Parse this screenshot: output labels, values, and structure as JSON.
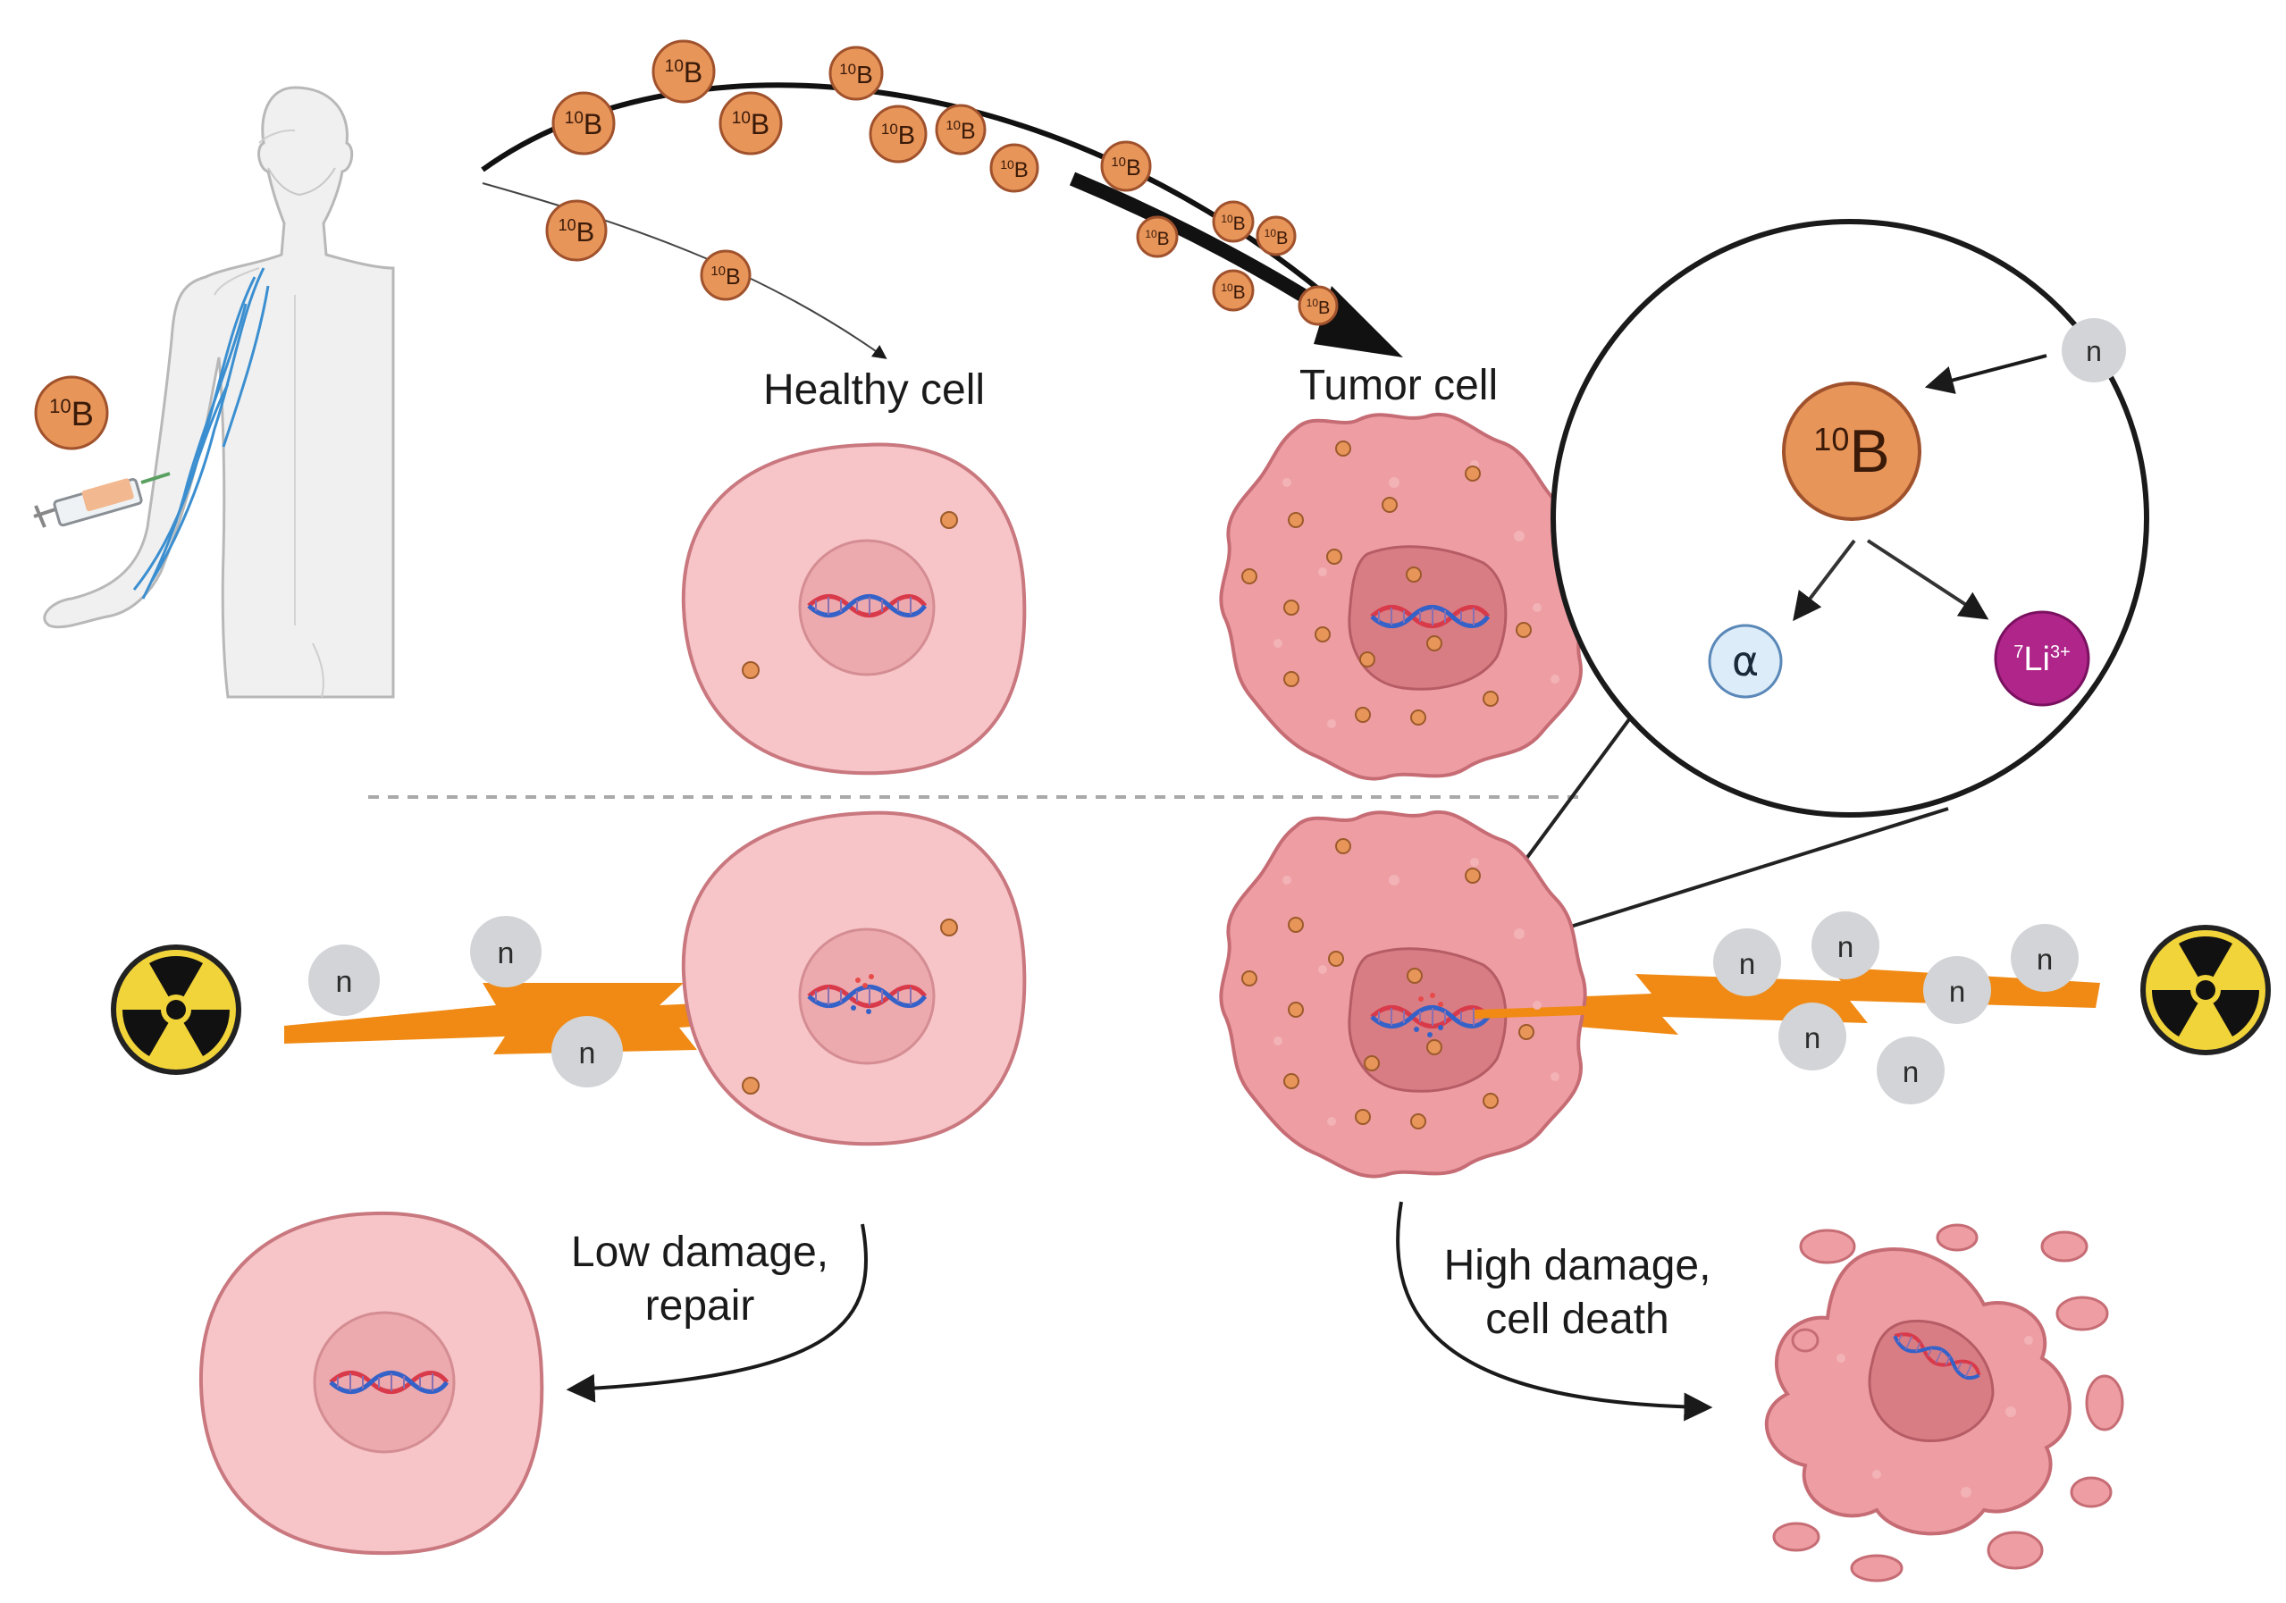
{
  "labels": {
    "healthy_cell": "Healthy cell",
    "tumor_cell": "Tumor cell",
    "low_damage_line1": "Low damage,",
    "low_damage_line2": "repair",
    "high_damage_line1": "High damage,",
    "high_damage_line2": "cell death"
  },
  "particles": {
    "boron_mass": "10",
    "boron_symbol": "B",
    "neutron_symbol": "n",
    "alpha_symbol": "α",
    "lithium_mass": "7",
    "lithium_symbol": "Li",
    "lithium_charge": "3+"
  },
  "colors": {
    "boron": "#e8955a",
    "boron_stroke": "#a0522d",
    "neutron": "#d2d4d7",
    "cell_fill": "#f7c5c8",
    "cell_stroke": "#c9787f",
    "tumor_fill": "#ee9ea3",
    "beam": "#f08a14",
    "alpha_fill": "#dcecf8",
    "lithium_fill": "#b0258a",
    "radiation_yellow": "#f1d33a"
  },
  "icons": [
    "human-figure-icon",
    "syringe-icon",
    "radiation-icon",
    "dna-icon"
  ]
}
